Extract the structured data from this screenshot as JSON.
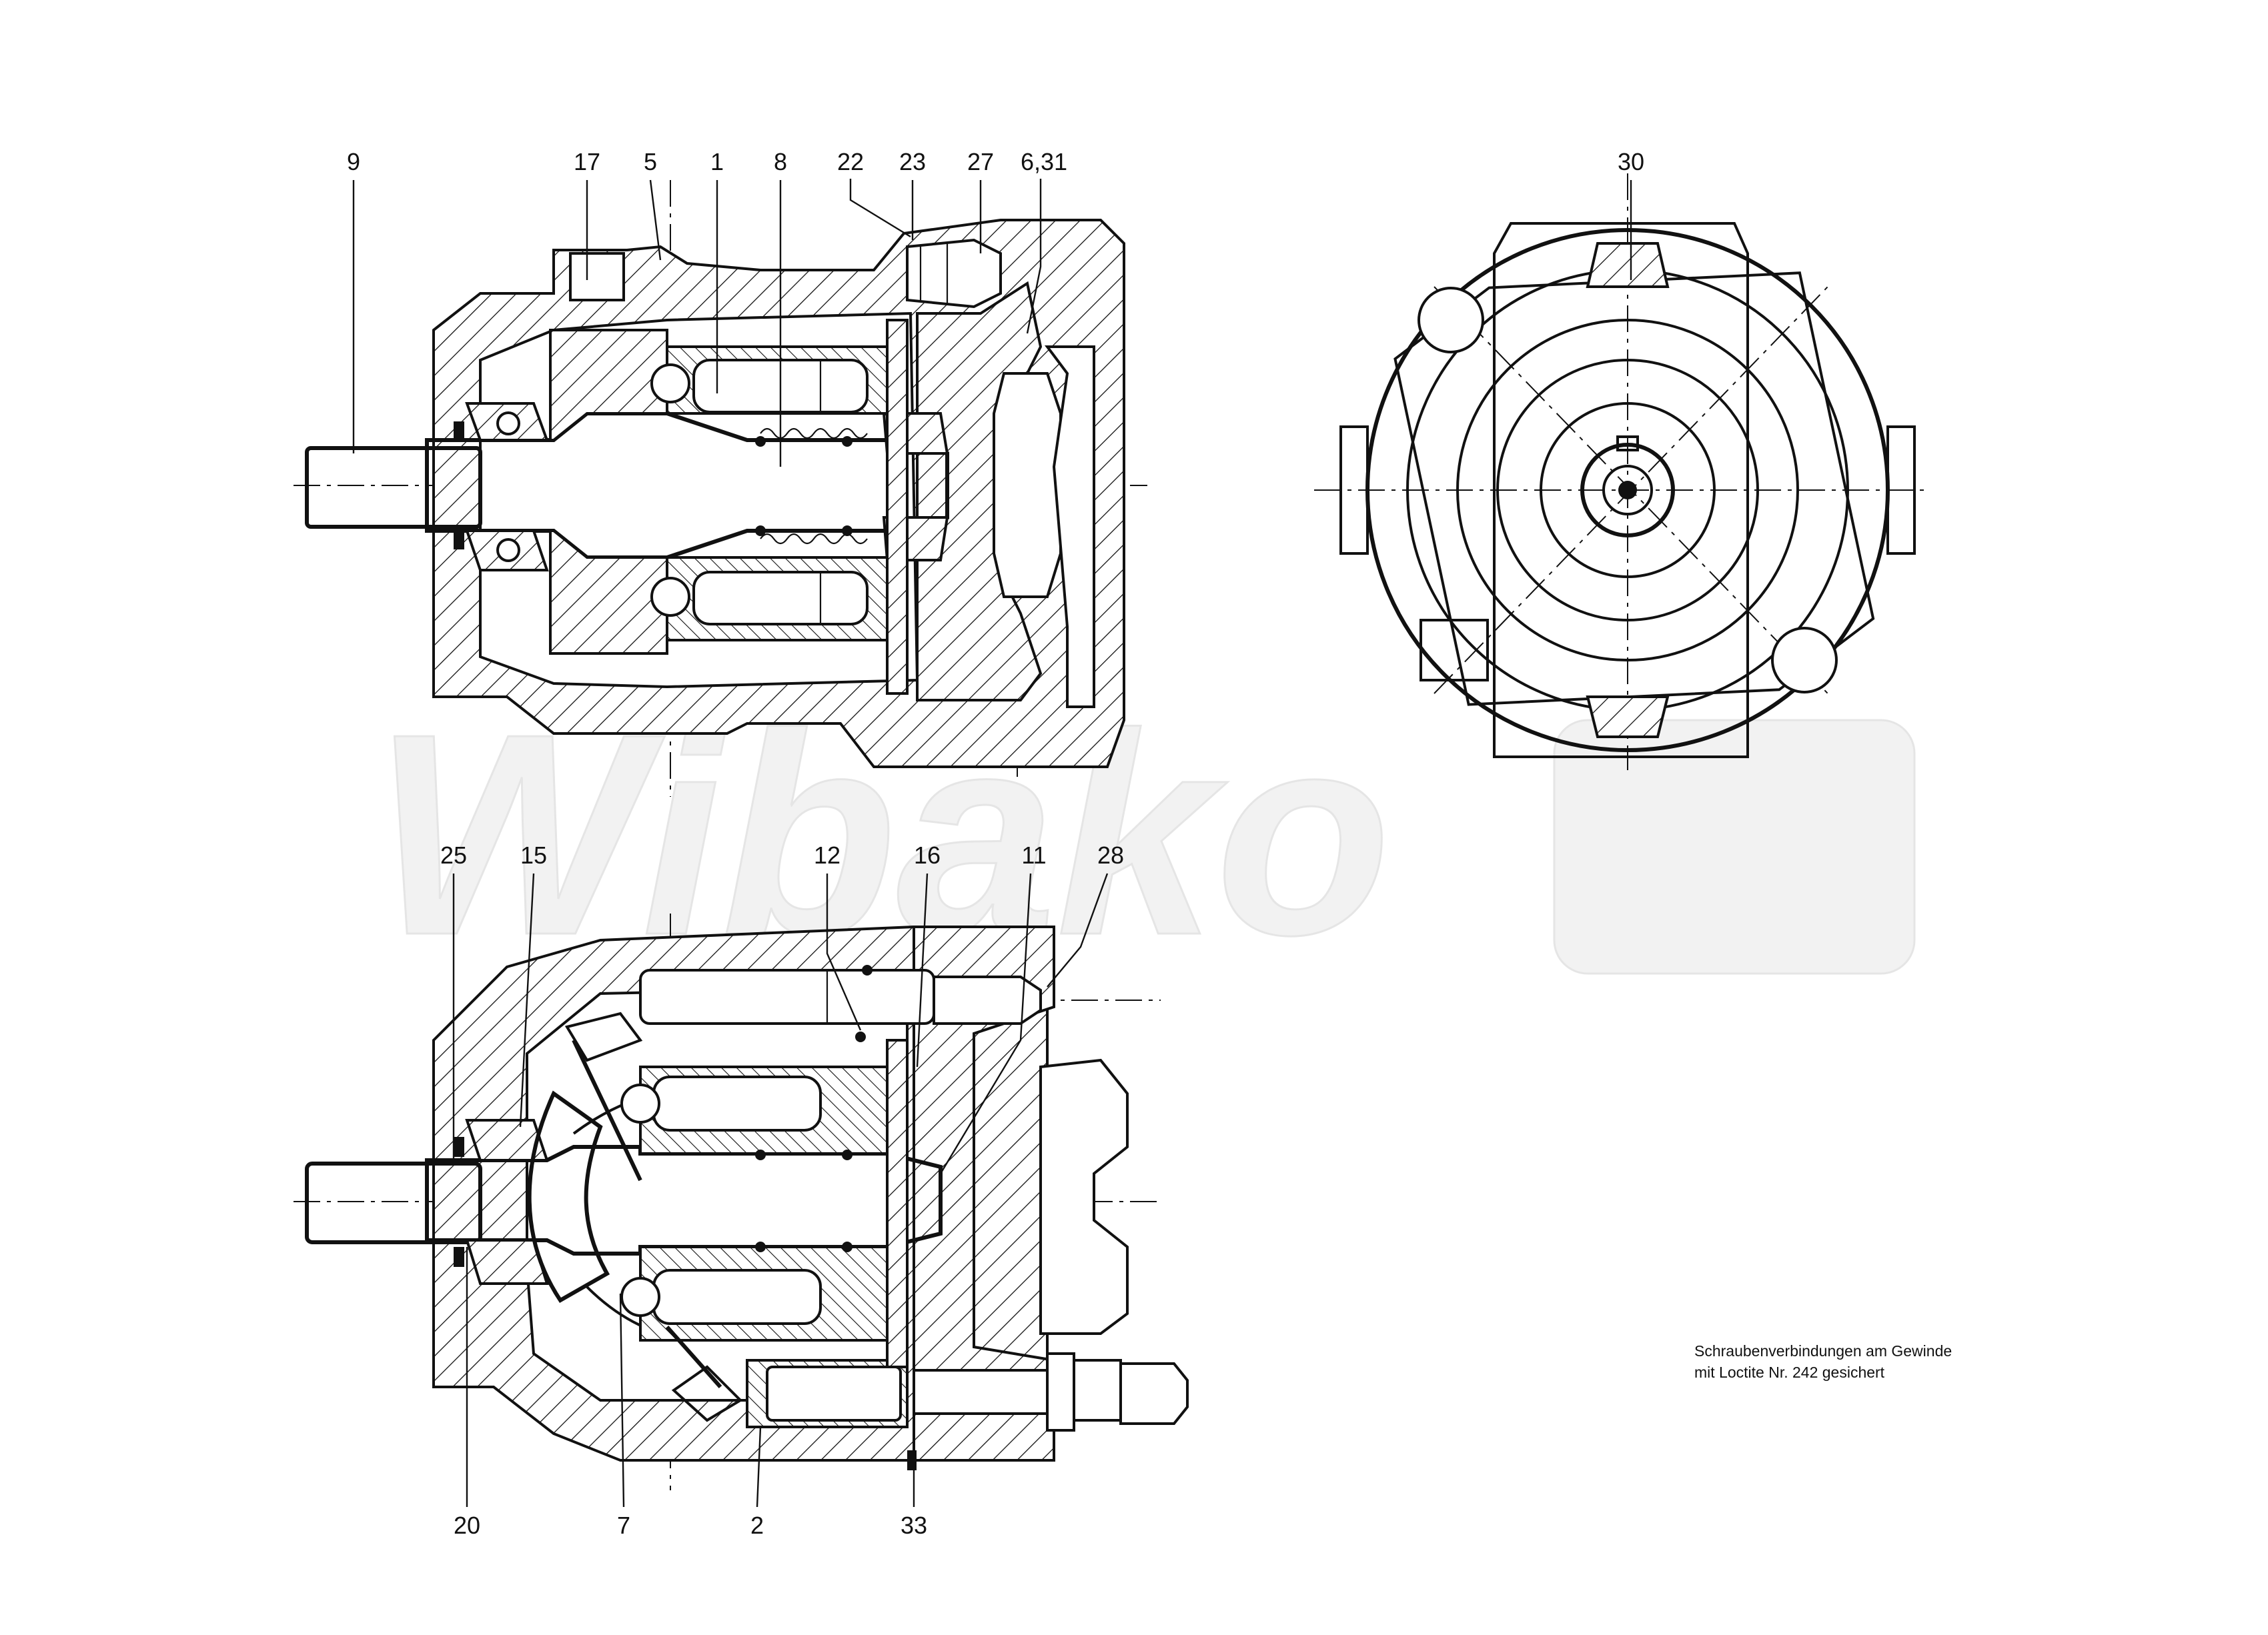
{
  "watermark": "Wibako",
  "note": {
    "line1": "Schraubenverbindungen am Gewinde",
    "line2": "mit Loctite Nr. 242 gesichert"
  },
  "callouts": {
    "top": [
      "9",
      "17",
      "5",
      "1",
      "8",
      "22",
      "23",
      "27",
      "6,31"
    ],
    "end_view": [
      "30"
    ],
    "bottom_top": [
      "25",
      "15",
      "12",
      "16",
      "11",
      "28"
    ],
    "bottom_bottom": [
      "20",
      "7",
      "2",
      "33"
    ]
  },
  "colors": {
    "ink": "#111111",
    "paper": "#ffffff",
    "watermark": "#f1f1f1"
  }
}
